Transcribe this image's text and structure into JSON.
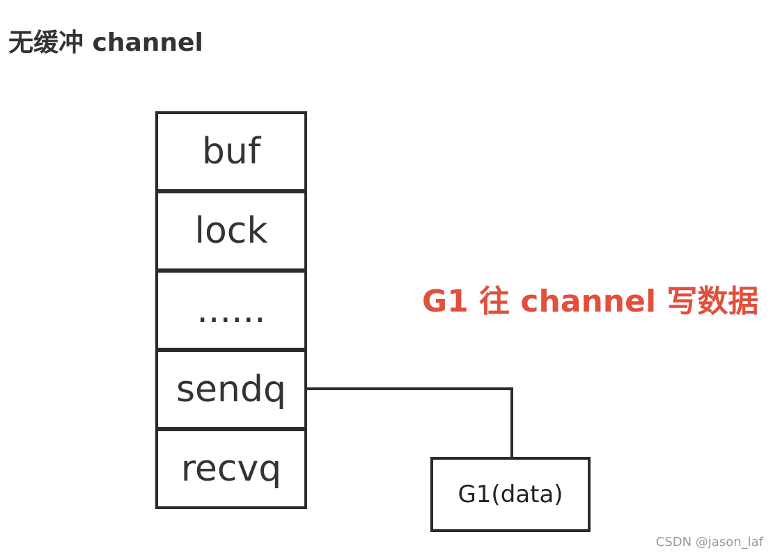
{
  "title": "无缓冲 channel",
  "hchan_fields": [
    "buf",
    "lock",
    "......",
    "sendq",
    "recvq"
  ],
  "goroutine_label": "G1(data)",
  "caption": "G1 往 channel 写数据",
  "watermark": "CSDN @jason_laf",
  "colors": {
    "caption": "#e0503c",
    "stroke": "#2b2b2b",
    "text": "#333333"
  }
}
